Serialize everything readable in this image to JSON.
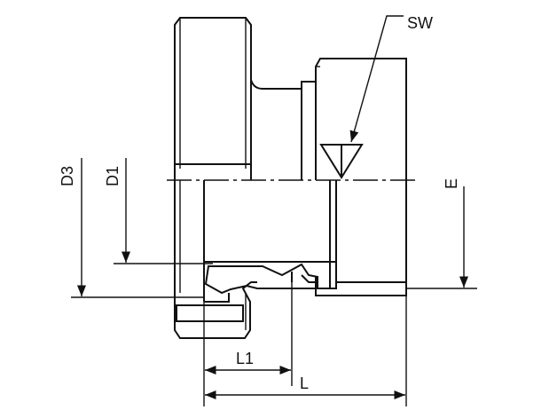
{
  "labels": {
    "sw": "SW",
    "d3": "D3",
    "d1": "D1",
    "e": "E",
    "l1": "L1",
    "l": "L"
  },
  "colors": {
    "line": "#111111",
    "background": "#ffffff"
  }
}
